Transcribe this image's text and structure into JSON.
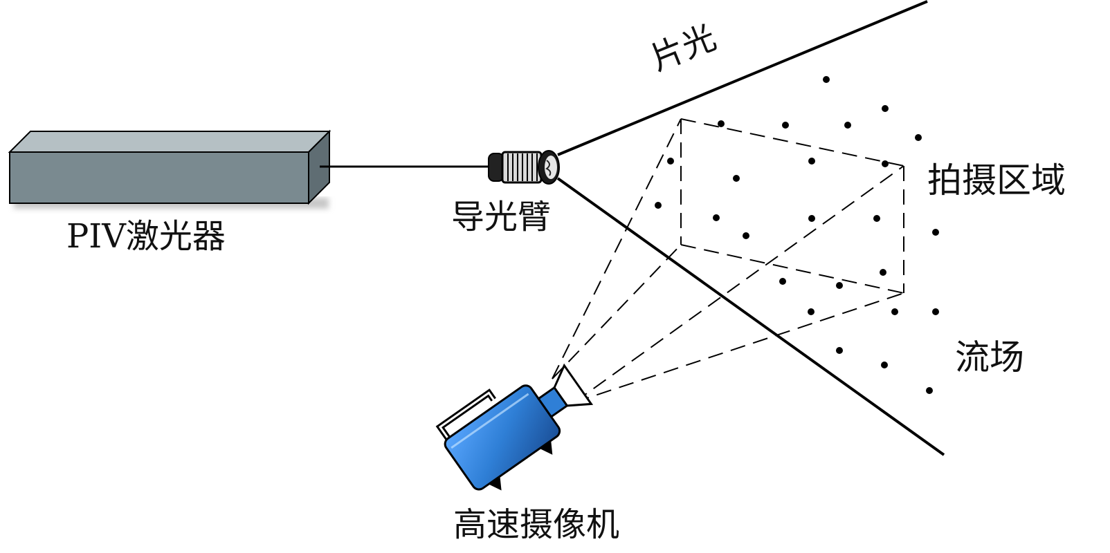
{
  "labels": {
    "laser": "PIV激光器",
    "light_arm": "导光臂",
    "light_sheet": "片光",
    "capture_region": "拍摄区域",
    "flow_field": "流场",
    "camera": "高速摄像机"
  },
  "colors": {
    "laser_front": "#7a8a90",
    "laser_top": "#b5c0c4",
    "laser_side": "#5f6d73",
    "camera_body": "#2f7fd6",
    "camera_dark": "#1a4e96",
    "line": "#000000"
  }
}
